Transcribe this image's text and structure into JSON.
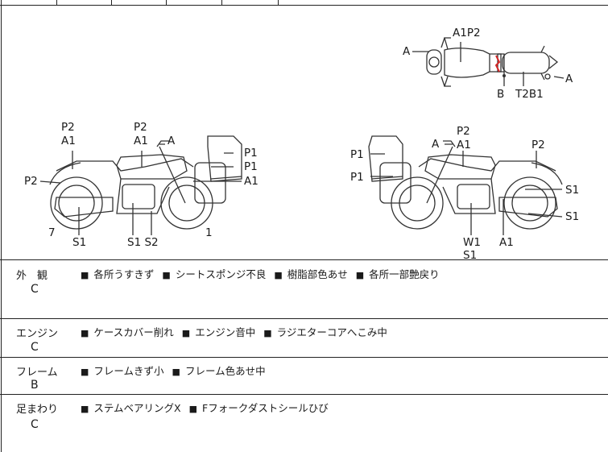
{
  "diagram": {
    "top_view": {
      "front": "A",
      "tank": "A1P2",
      "rear": "A",
      "frame": "B",
      "seat": "T2B1"
    },
    "left_side": {
      "tank_p": "P2",
      "tank_a": "A1",
      "mirror_p": "P2",
      "mirror_a": "A1",
      "mirror_pin": "A",
      "fender": "P2",
      "box_top": "P1",
      "box_mid": "P1",
      "box_low": "A1",
      "wheel_num": "7",
      "exhaust": "S1",
      "engine_s": "S1 S2",
      "rear_num": "1"
    },
    "right_side": {
      "box_top": "P1",
      "box_mid": "P1",
      "mirror_a": "A",
      "mirror_p": "P2",
      "tank_a": "A1",
      "rear_p": "P2",
      "rear_s1a": "S1",
      "rear_s1b": "S1",
      "engine_w": "W1",
      "engine_s": "S1",
      "exhaust_a": "A1"
    }
  },
  "sections": [
    {
      "label": "外　観",
      "grade": "C",
      "notes": [
        "各所うすきず",
        "シートスポンジ不良",
        "樹脂部色あせ",
        "各所一部艶戻り"
      ]
    },
    {
      "label": "エンジン",
      "grade": "C",
      "notes": [
        "ケースカバー削れ",
        "エンジン音中",
        "ラジエターコアへこみ中"
      ]
    },
    {
      "label": "フレーム",
      "grade": "B",
      "notes": [
        "フレームきず小",
        "フレーム色あせ中"
      ]
    },
    {
      "label": "足まわり",
      "grade": "C",
      "notes": [
        "ステムベアリングX",
        "Fフォークダストシールひび"
      ]
    }
  ],
  "bullet_glyph": "■",
  "colors": {
    "line": "#222222",
    "marker_red": "#d62828"
  }
}
